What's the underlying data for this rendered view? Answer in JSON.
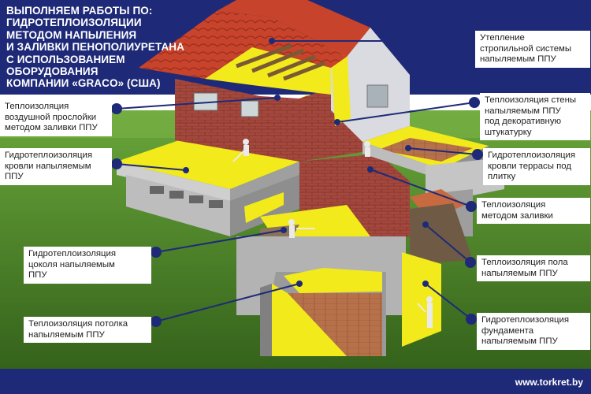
{
  "title_lines": [
    "Выполняем работы по:",
    "гидротеплоизоляции",
    "методом напыления",
    "и заливки пенополиуретана",
    "с использованием",
    "оборудования",
    "компании «GRACO» (США)"
  ],
  "labels": {
    "roof_rafters": [
      "Утепление",
      "стропильной системы",
      "напыляемым ППУ"
    ],
    "wall_plaster": [
      "Теплоизоляция стены",
      "напыляемым ППУ",
      "под декоративную",
      "штукатурку"
    ],
    "terrace_roof": [
      "Гидротеплоизоляция",
      "кровли террасы под",
      "плитку"
    ],
    "pour_method": [
      "Теплоизоляция",
      "методом заливки"
    ],
    "floor": [
      "Теплоизоляция пола",
      "напыляемым ППУ"
    ],
    "foundation": [
      "Гидротеплоизоляция",
      "фундамента",
      "напыляемым ППУ"
    ],
    "air_gap": [
      "Теплоизоляция",
      "воздушной прослойки",
      "методом заливки ППУ"
    ],
    "flat_roof": [
      "Гидротеплоизоляция",
      "кровли напыляемым",
      "ППУ"
    ],
    "plinth": [
      "Гидротеплоизоляция",
      "цоколя напыляемым",
      "ППУ"
    ],
    "ceiling": [
      "Теплоизоляция потолка",
      "напыляемым ППУ"
    ]
  },
  "url": "www.torkret.by",
  "colors": {
    "navy": "#1e2a78",
    "sky": "#ffffff",
    "grass": "#4f8a2a",
    "brick": "#a0453c",
    "roof_tile": "#c8432b",
    "foam_yellow": "#f2ea1a",
    "concrete": "#b9b9b9",
    "marker": "#1e2a78"
  }
}
